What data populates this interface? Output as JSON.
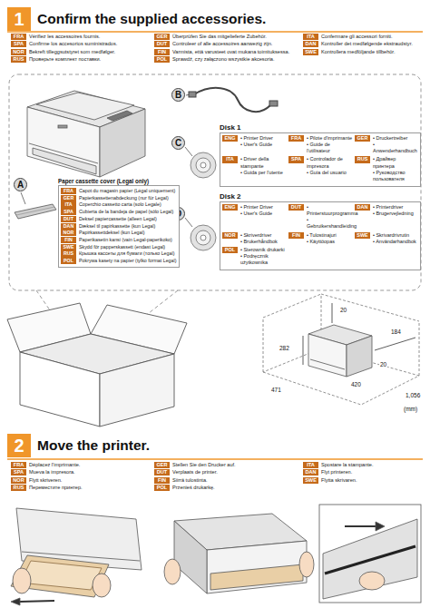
{
  "diagram": {
    "nodes": [
      {
        "text": [
          "1",
          "Confirm the supplied accessories."
        ]
      },
      {
        "text": [
          "FRA",
          "Vérifiez les accessoires fournis."
        ]
      },
      {
        "text": [
          "GER",
          "Überprüfen Sie das mitgelieferte Zubehör."
        ]
      },
      {
        "text": [
          "ITA",
          "Confermare gli accessori forniti."
        ]
      },
      {
        "text": [
          "SPA",
          "Confirme los accesorios suministrados."
        ]
      },
      {
        "text": [
          "DUT",
          "Controleer of alle accessoires aanwezig zijn."
        ]
      },
      {
        "text": [
          "DAN",
          "Kontroller det medfølgende ekstraudstyr."
        ]
      },
      {
        "text": [
          "NOR",
          "Bekreft tilleggsutstyret som medfølger."
        ]
      },
      {
        "text": [
          "FIN",
          "Varmista, että varusteet ovat mukana toimituksessa."
        ]
      },
      {
        "text": [
          "SWE",
          "Kontrollera medföljande tillbehör."
        ]
      },
      {
        "text": [
          "RUS",
          "Проверьте комплект поставки."
        ]
      },
      {
        "text": [
          "POL",
          "Sprawdź, czy załączono wszystkie akcesoria."
        ]
      },
      {
        "text": [
          "B"
        ]
      },
      {
        "text": [
          "C"
        ]
      },
      {
        "text": [
          "Disk 1"
        ]
      },
      {
        "text": [
          "ENG",
          "• Printer Driver",
          "• User's Guide"
        ],
        "in": 14
      },
      {
        "text": [
          "FRA",
          "• Pilote d'imprimante",
          "• Guide de l'utilisateur"
        ],
        "in": 14
      },
      {
        "text": [
          "GER",
          "• Druckertreiber",
          "• Anwenderhandbuch"
        ],
        "in": 14
      },
      {
        "text": [
          "ITA",
          "• Driver della stampante",
          "• Guida per l'utente"
        ],
        "in": 14
      },
      {
        "text": [
          "SPA",
          "• Controlador de impresora",
          "• Guía del usuario"
        ],
        "in": 14
      },
      {
        "text": [
          "RUS",
          "• Драйвер принтера",
          "• Руководство пользователя"
        ],
        "in": 14
      },
      {
        "text": [
          "D"
        ]
      },
      {
        "text": [
          "Disk 2"
        ]
      },
      {
        "text": [
          "ENG",
          "• Printer Driver",
          "• User's Guide"
        ],
        "in": 22
      },
      {
        "text": [
          "DUT",
          "• Printerstuurprogramma",
          "• Gebruikershandleiding"
        ],
        "in": 22
      },
      {
        "text": [
          "DAN",
          "• Printerdriver",
          "• Brugervejledning"
        ],
        "in": 22
      },
      {
        "text": [
          "NOR",
          "• Skriverdriver",
          "• Brukerhåndbok"
        ],
        "in": 22
      },
      {
        "text": [
          "FIN",
          "• Tulostinajuri",
          "• Käyttöopas"
        ],
        "in": 22
      },
      {
        "text": [
          "SWE",
          "• Skrivardrivrutin",
          "• Användarhandbok"
        ],
        "in": 22
      },
      {
        "text": [
          "POL",
          "• Sterownik drukarki",
          "• Podręcznik użytkownika"
        ],
        "in": 22
      },
      {
        "text": [
          "A"
        ]
      },
      {
        "text": [
          "Paper cassette cover (Legal only)"
        ]
      },
      {
        "text": [
          "FRA",
          "Capot du magasin papier (Légal uniquement)"
        ],
        "in": 31
      },
      {
        "text": [
          "GER",
          "Papierkassettenabdeckung (nur für Legal)"
        ],
        "in": 31
      },
      {
        "text": [
          "ITA",
          "Coperchio cassetto carta (solo Legale)"
        ],
        "in": 31
      },
      {
        "text": [
          "SPA",
          "Cubierta de la bandeja de papel (sólo Legal)"
        ],
        "in": 31
      },
      {
        "text": [
          "DUT",
          "Deksel papiercassette (alleen Legal)"
        ],
        "in": 31
      },
      {
        "text": [
          "DAN",
          "Dæksel til papirkassette (kun Legal)"
        ],
        "in": 31
      },
      {
        "text": [
          "NOR",
          "Papirkassettdeksel (kun Legal)"
        ],
        "in": 31
      },
      {
        "text": [
          "FIN",
          "Paperikasetin kansi (vain Legal-paperikoko)"
        ],
        "in": 31
      },
      {
        "text": [
          "SWE",
          "Skydd för papperskassett (endast Legal)"
        ],
        "in": 31
      },
      {
        "text": [
          "RUS",
          "Крышка кассеты для бумаги (только Legal)"
        ],
        "in": 31
      },
      {
        "text": [
          "POL",
          "Pokrywa kasety na papier (tylko format Legal)"
        ],
        "in": 31
      },
      {
        "text": [
          "2",
          "Move the printer."
        ]
      },
      {
        "text": [
          "FRA",
          "Déplacez l'imprimante."
        ]
      },
      {
        "text": [
          "GER",
          "Stellen Sie den Drucker auf."
        ]
      },
      {
        "text": [
          "ITA",
          "Spostare la stampante."
        ]
      },
      {
        "text": [
          "SPA",
          "Mueva la impresora."
        ]
      },
      {
        "text": [
          "DUT",
          "Verplaats de printer."
        ]
      },
      {
        "text": [
          "DAN",
          "Flyt printeren."
        ]
      },
      {
        "text": [
          "NOR",
          "Flytt skriveren."
        ]
      },
      {
        "text": [
          "FIN",
          "Siirrä tulostinta."
        ]
      },
      {
        "text": [
          "SWE",
          "Flytta skrivaren."
        ]
      },
      {
        "text": [
          "RUS",
          "Переместите принтер."
        ]
      },
      {
        "text": [
          "POL",
          "Przenieś drukarkę."
        ]
      }
    ],
    "labels": [
      "20",
      "282",
      "184",
      "20",
      "1,056",
      "420",
      "471",
      "(mm)"
    ]
  }
}
